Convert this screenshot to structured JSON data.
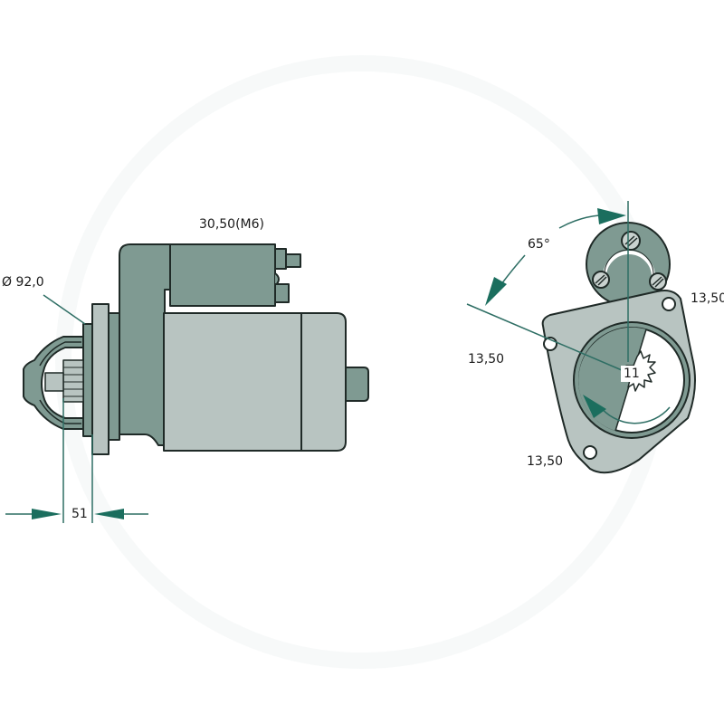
{
  "drawing": {
    "subject": "starter motor technical drawing",
    "colors": {
      "dark_body": "#7f9a92",
      "light_body": "#b8c4c1",
      "outline": "#1f2a27",
      "dimension_line": "#2e6e64",
      "arrow": "#1b6e5e",
      "background": "#ffffff"
    },
    "side_view": {
      "diameter_label": "Ø 92,0",
      "terminal_label": "30,50(M6)",
      "offset_label": "51"
    },
    "front_view": {
      "angle_label": "65°",
      "hole_label_right": "13,50",
      "hole_label_left": "13,50",
      "hole_label_bottom": "13,50",
      "teeth_count": "11"
    }
  }
}
